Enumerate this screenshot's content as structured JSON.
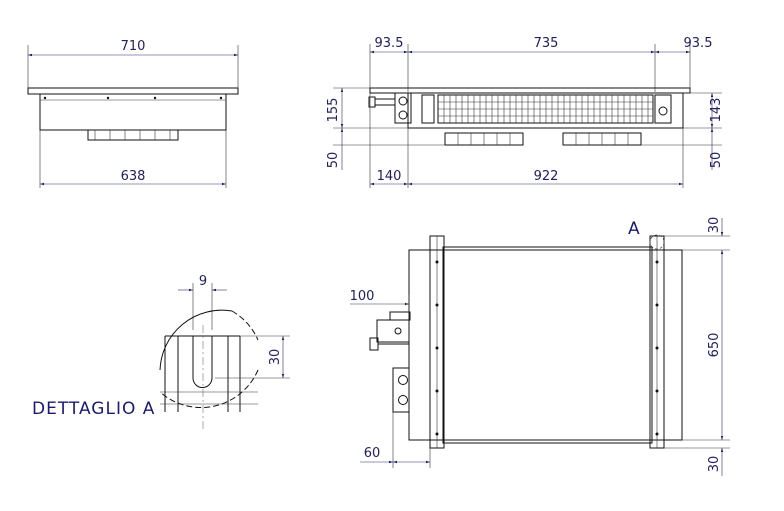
{
  "top_left_view": {
    "dim_top": "710",
    "dim_bottom": "638"
  },
  "top_right_view": {
    "dim_left_offset": "93.5",
    "dim_span": "735",
    "dim_right_offset": "93.5",
    "dim_height_left": "155",
    "dim_height_right": "143",
    "dim_bottom_left_h": "50",
    "dim_bottom_right_h": "50",
    "dim_bottom_left": "140",
    "dim_bottom_span": "922"
  },
  "detail": {
    "dim_gap": "9",
    "dim_depth": "30",
    "caption": "DETTAGLIO A"
  },
  "plan_view": {
    "callout": "A",
    "dim_top_right": "30",
    "dim_height": "650",
    "dim_bottom_right": "30",
    "dim_left_pipe": "100",
    "dim_bottom_left": "60"
  }
}
